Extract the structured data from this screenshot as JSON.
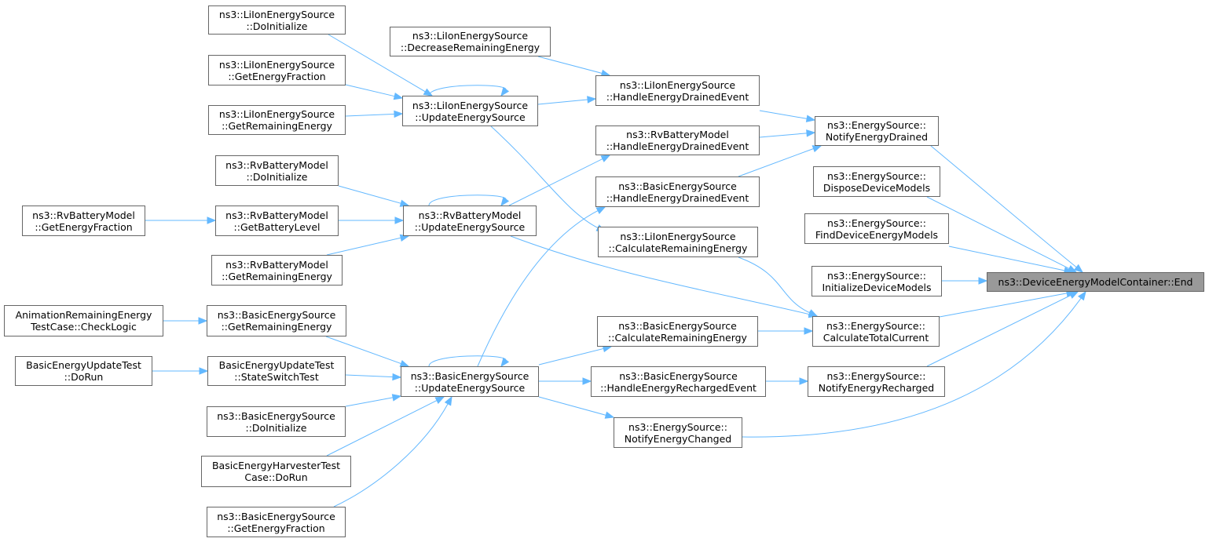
{
  "colors": {
    "edge": "#63b8ff",
    "node_border": "#666666",
    "root_fill": "#999999"
  },
  "nodes": {
    "liion_doinit": [
      "ns3::LiIonEnergySource",
      "::DoInitialize"
    ],
    "liion_decrease": [
      "ns3::LiIonEnergySource",
      "::DecreaseRemainingEnergy"
    ],
    "liion_getfrac": [
      "ns3::LiIonEnergySource",
      "::GetEnergyFraction"
    ],
    "liion_handledrained": [
      "ns3::LiIonEnergySource",
      "::HandleEnergyDrainedEvent"
    ],
    "liion_update": [
      "ns3::LiIonEnergySource",
      "::UpdateEnergySource"
    ],
    "liion_getrem": [
      "ns3::LiIonEnergySource",
      "::GetRemainingEnergy"
    ],
    "es_notifydrained": [
      "ns3::EnergySource::",
      "NotifyEnergyDrained"
    ],
    "rv_handledrained": [
      "ns3::RvBatteryModel",
      "::HandleEnergyDrainedEvent"
    ],
    "es_dispose": [
      "ns3::EnergySource::",
      "DisposeDeviceModels"
    ],
    "rv_doinit": [
      "ns3::RvBatteryModel",
      "::DoInitialize"
    ],
    "basic_handledrained": [
      "ns3::BasicEnergySource",
      "::HandleEnergyDrainedEvent"
    ],
    "es_find": [
      "ns3::EnergySource::",
      "FindDeviceEnergyModels"
    ],
    "rv_getfrac": [
      "ns3::RvBatteryModel",
      "::GetEnergyFraction"
    ],
    "rv_getlevel": [
      "ns3::RvBatteryModel",
      "::GetBatteryLevel"
    ],
    "rv_update": [
      "ns3::RvBatteryModel",
      "::UpdateEnergySource"
    ],
    "liion_calcrem": [
      "ns3::LiIonEnergySource",
      "::CalculateRemainingEnergy"
    ],
    "rv_getrem": [
      "ns3::RvBatteryModel",
      "::GetRemainingEnergy"
    ],
    "es_initialize": [
      "ns3::EnergySource::",
      "InitializeDeviceModels"
    ],
    "root": [
      "ns3::DeviceEnergyModelContainer::End"
    ],
    "anim_checklogic": [
      "AnimationRemainingEnergy",
      "TestCase::CheckLogic"
    ],
    "basic_getrem": [
      "ns3::BasicEnergySource",
      "::GetRemainingEnergy"
    ],
    "basic_calcrem": [
      "ns3::BasicEnergySource",
      "::CalculateRemainingEnergy"
    ],
    "es_calctotal": [
      "ns3::EnergySource::",
      "CalculateTotalCurrent"
    ],
    "basicupd_dorun": [
      "BasicEnergyUpdateTest",
      "::DoRun"
    ],
    "basicupd_stateswitch": [
      "BasicEnergyUpdateTest",
      "::StateSwitchTest"
    ],
    "basic_update": [
      "ns3::BasicEnergySource",
      "::UpdateEnergySource"
    ],
    "basic_handlerecharged": [
      "ns3::BasicEnergySource",
      "::HandleEnergyRechargedEvent"
    ],
    "es_notifyrecharged": [
      "ns3::EnergySource::",
      "NotifyEnergyRecharged"
    ],
    "basic_doinit": [
      "ns3::BasicEnergySource",
      "::DoInitialize"
    ],
    "es_notifychanged": [
      "ns3::EnergySource::",
      "NotifyEnergyChanged"
    ],
    "harvester_dorun": [
      "BasicEnergyHarvesterTest",
      "Case::DoRun"
    ],
    "basic_getfrac": [
      "ns3::BasicEnergySource",
      "::GetEnergyFraction"
    ]
  }
}
